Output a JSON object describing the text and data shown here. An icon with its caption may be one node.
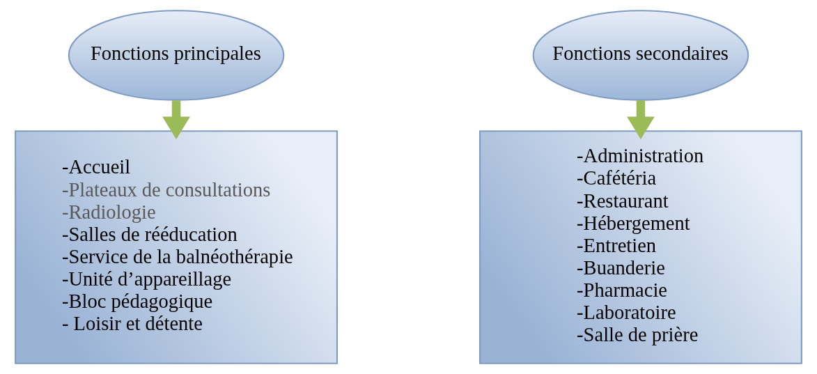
{
  "diagram": {
    "nodes": [
      {
        "text": [
          "Fonctions principales"
        ]
      },
      {
        "text": [
          "-Accueil",
          "-Plateaux de consultations",
          "-Radiologie",
          "-Salles de rééducation",
          "-Service de la balnéothérapie",
          "-Unité d’appareillage",
          "-Bloc pédagogique",
          "- Loisir et détente"
        ]
      },
      {
        "text": [
          "Fonctions secondaires"
        ]
      },
      {
        "text": [
          "-Administration",
          "-Cafétéria",
          "-Restaurant",
          "-Hébergement",
          "-Entretien",
          "-Buanderie",
          "-Pharmacie",
          "-Laboratoire",
          "-Salle de prière"
        ]
      }
    ],
    "edges": [
      {
        "from": 0,
        "to": 1,
        "arrow": "to"
      },
      {
        "from": 2,
        "to": 3,
        "arrow": "to"
      }
    ]
  }
}
